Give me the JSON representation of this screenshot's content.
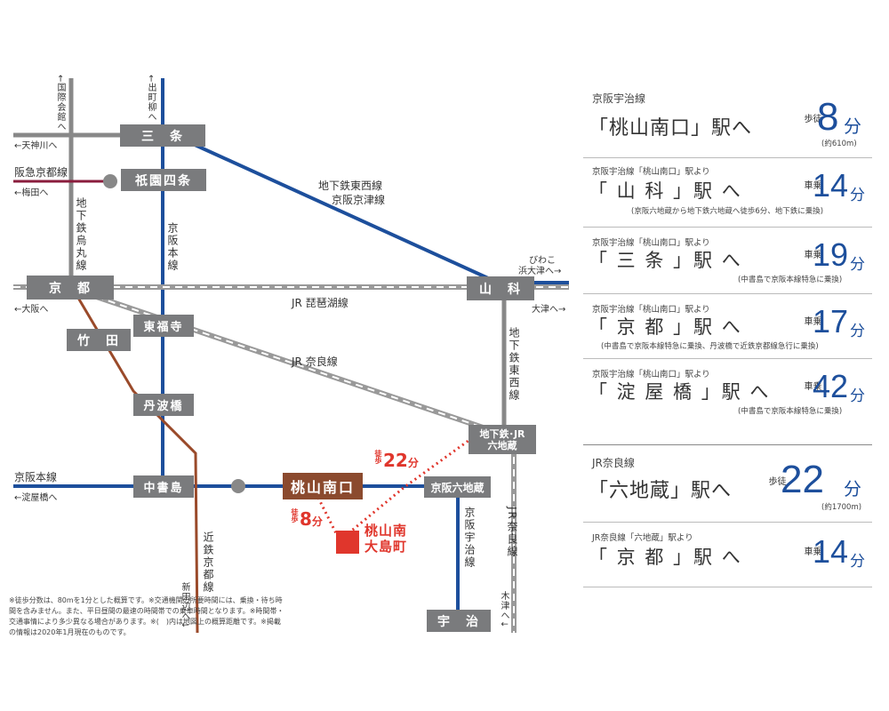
{
  "map": {
    "stations": {
      "sanjo": "三　条",
      "gion": "祇園四条",
      "kyoto": "京　都",
      "yamashina": "山　科",
      "takeda": "竹　田",
      "tofukuji": "東福寺",
      "tambabashi": "丹波橋",
      "rokujizo_sub": "地下鉄･JR",
      "rokujizo_sub2": "六地蔵",
      "chushojima": "中書島",
      "momoyama": "桃山南口",
      "keihan_rokujizo": "京阪六地蔵",
      "uji": "宇　治"
    },
    "destination": {
      "line1": "桃山南",
      "line2": "大島町"
    },
    "walk_a": {
      "label": "徒歩",
      "num": "8",
      "unit": "分"
    },
    "walk_b": {
      "label": "徒歩",
      "num": "22",
      "unit": "分"
    },
    "lines": {
      "tozai": "地下鉄東西線",
      "keishin": "京阪京津線",
      "biwako": "JR 琵琶湖線",
      "nara": "JR 奈良線",
      "keihan_main": "京阪本線",
      "karasuma": "地下鉄烏丸線",
      "hankyu": "阪急京都線",
      "subway_tozai_v": "地下鉄東西線",
      "keihan_uji": "京阪宇治線",
      "jr_nara_v": "JR奈良線",
      "kintetsu": "近鉄京都線",
      "keihan_honsen_v": "京阪本線"
    },
    "directions": {
      "kokusai": "←国際会館へ",
      "demachi": "←出町柳へ",
      "tenjin": "←天神川へ",
      "umeda": "←梅田へ",
      "osaka": "←大阪へ",
      "biwako_hamaotsu1": "びわこ",
      "biwako_hamaotsu2": "浜大津へ→",
      "otsu": "大津へ→",
      "yodoyabashi": "←淀屋橋へ",
      "shintanabe": "新田辺へ↓",
      "kizu": "木津へ↓"
    }
  },
  "panel": {
    "entries": [
      {
        "from": "京阪宇治線",
        "station": "「桃山南口」駅へ",
        "mode": "徒歩",
        "num": "8",
        "unit": "分",
        "note": "(約610m)"
      },
      {
        "from": "京阪宇治線「桃山南口」駅より",
        "station": "「 山 科 」駅 へ",
        "mode": "乗車",
        "num": "14",
        "unit": "分",
        "note": "(京阪六地蔵から地下鉄六地蔵へ徒歩6分、地下鉄に乗換)"
      },
      {
        "from": "京阪宇治線「桃山南口」駅より",
        "station": "「 三 条 」駅 へ",
        "mode": "乗車",
        "num": "19",
        "unit": "分",
        "note": "(中書島で京阪本線特急に乗換)"
      },
      {
        "from": "京阪宇治線「桃山南口」駅より",
        "station": "「 京 都 」駅 へ",
        "mode": "乗車",
        "num": "17",
        "unit": "分",
        "note": "(中書島で京阪本線特急に乗換、丹波橋で近鉄京都線急行に乗換)"
      },
      {
        "from": "京阪宇治線「桃山南口」駅より",
        "station": "「 淀 屋 橋 」駅 へ",
        "mode": "乗車",
        "num": "42",
        "unit": "分",
        "note": "(中書島で京阪本線特急に乗換)"
      },
      {
        "from": "JR奈良線",
        "station": "「六地蔵」駅へ",
        "mode": "徒歩",
        "num": "22",
        "unit": "分",
        "note": "(約1700m)"
      },
      {
        "from": "JR奈良線「六地蔵」駅より",
        "station": "「 京 都 」駅 へ",
        "mode": "乗車",
        "num": "14",
        "unit": "分",
        "note": ""
      }
    ],
    "footnote": "※徒歩分数は、80mを1分とした概算です。※交通機関の所要時間には、乗換・待ち時間を含みません。また、平日昼間の最速の時間帯での乗車時間となります。※時間帯・交通事情により多少異なる場合があります。※(　)内は地図上の概算距離です。※掲載の情報は2020年1月現在のものです。"
  },
  "colors": {
    "keihan_blue": "#1d4f9c",
    "hankyu_maroon": "#8a1c3c",
    "kintetsu_brown": "#9a4a2a",
    "station_gray": "#7a7b7d",
    "accent_red": "#e0362c"
  }
}
